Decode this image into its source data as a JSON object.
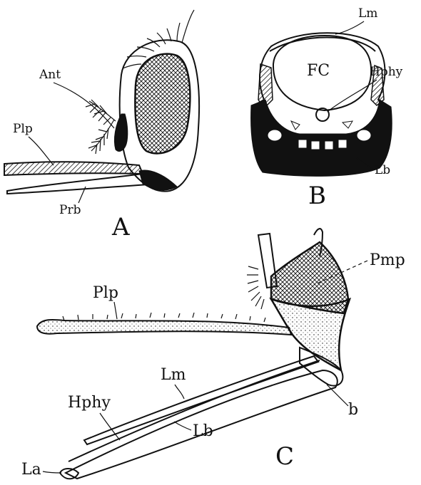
{
  "panels": {
    "A": {
      "letter": "A",
      "labels": {
        "ant": "Ant",
        "plp": "Plp",
        "prb": "Prb"
      }
    },
    "B": {
      "letter": "B",
      "labels": {
        "lm": "Lm",
        "fc": "FC",
        "hphy": "Hphy",
        "lb": "Lb"
      }
    },
    "C": {
      "letter": "C",
      "labels": {
        "plp": "Plp",
        "pmp": "Pmp",
        "lm": "Lm",
        "hphy": "Hphy",
        "lb": "Lb",
        "b": "b",
        "la": "La"
      }
    }
  },
  "colors": {
    "ink": "#111111",
    "paper": "#ffffff"
  }
}
